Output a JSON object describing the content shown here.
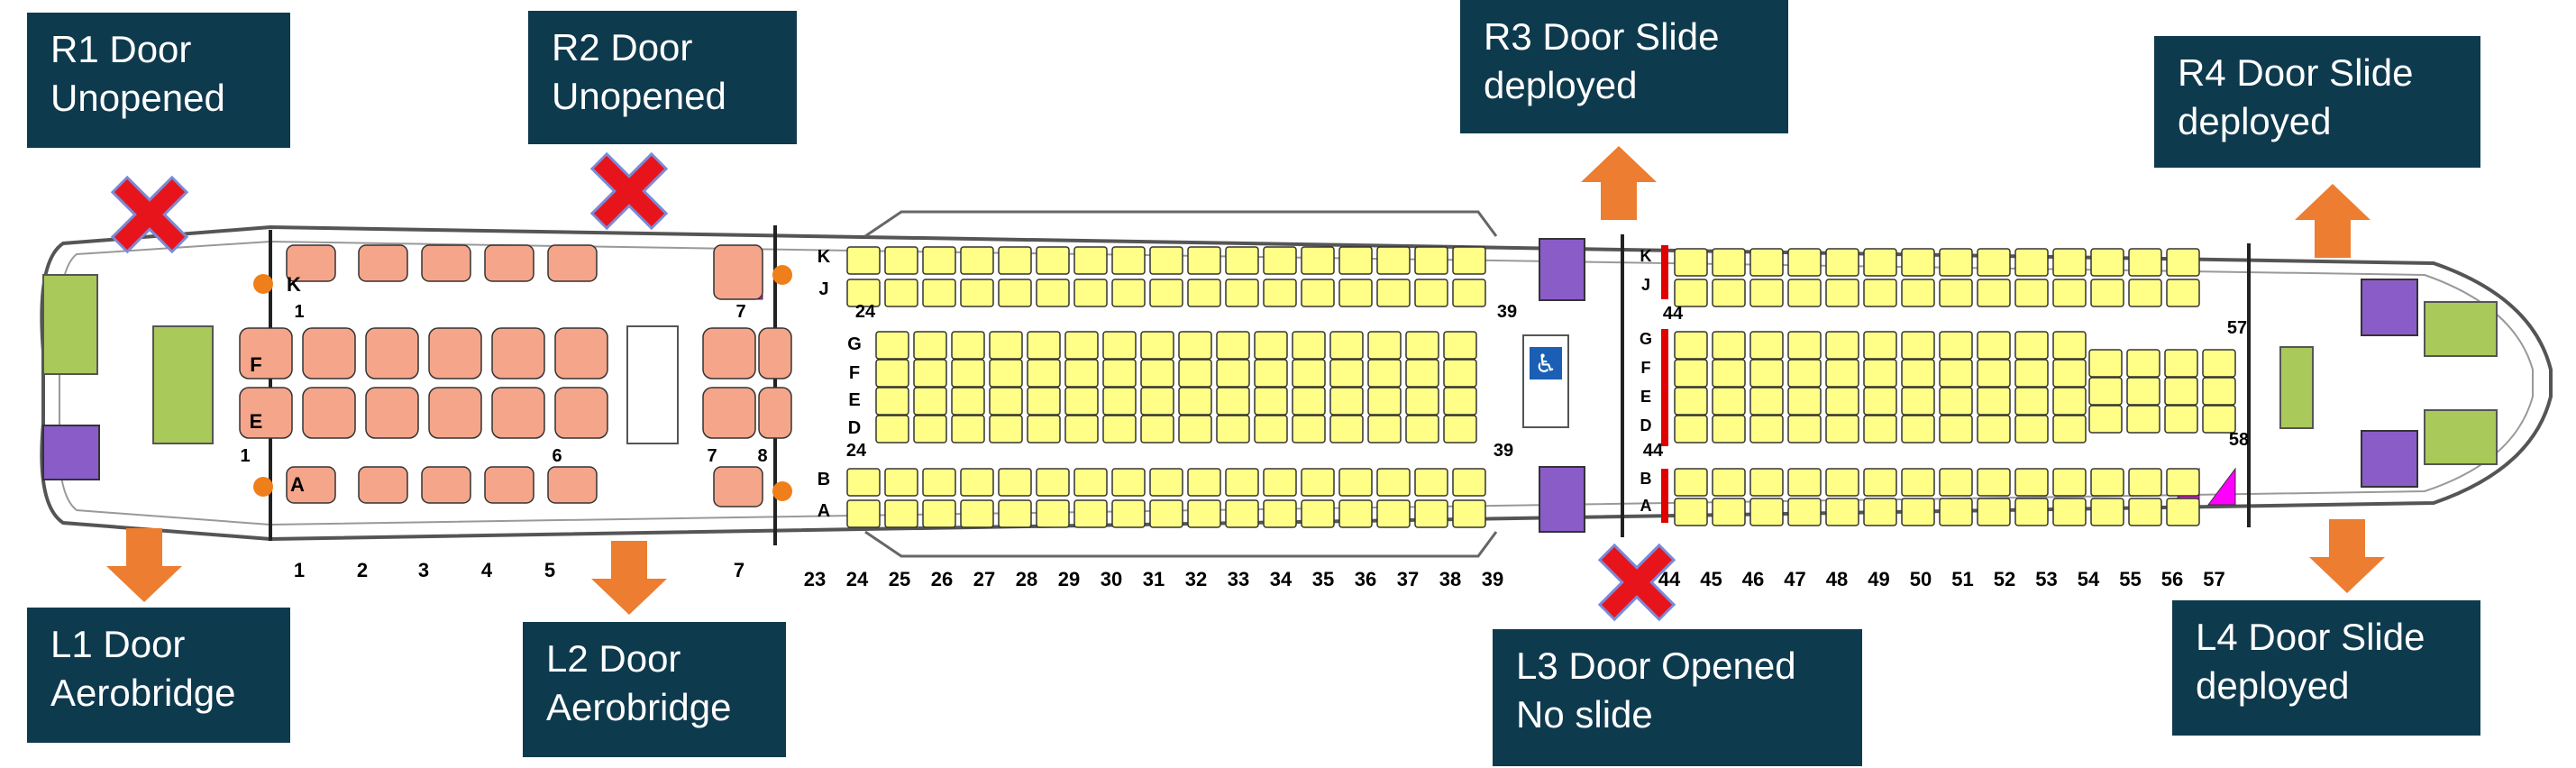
{
  "colors": {
    "callout_bg": "#0e3a4e",
    "callout_text": "#ffffff",
    "premium_seat": "#f4a58a",
    "economy_seat": "#ffff88",
    "seat_outline": "#333333",
    "galley": "#a9c95b",
    "lavatory": "#8a5cc7",
    "arrow": "#ec7d31",
    "cross": "#e8141c",
    "door_light": "#ef7f1a",
    "exit_bar": "#e00000",
    "bassinet": "#ff00ff",
    "fuselage": "#555555"
  },
  "callouts": {
    "r1": {
      "line1": "R1 Door",
      "line2": "Unopened"
    },
    "r2": {
      "line1": "R2 Door",
      "line2": "Unopened"
    },
    "r3": {
      "line1": "R3 Door Slide",
      "line2": "deployed"
    },
    "r4": {
      "line1": "R4 Door Slide",
      "line2": "deployed"
    },
    "l1": {
      "line1": "L1 Door",
      "line2": "Aerobridge"
    },
    "l2": {
      "line1": "L2 Door",
      "line2": "Aerobridge"
    },
    "l3": {
      "line1": "L3 Door Opened",
      "line2": "No slide"
    },
    "l4": {
      "line1": "L4 Door Slide",
      "line2": "deployed"
    }
  },
  "door_status": {
    "L1": "arrow",
    "R1": "cross",
    "L2": "arrow",
    "R2": "cross",
    "L3": "cross",
    "R3": "arrow",
    "L4": "arrow",
    "R4": "arrow"
  },
  "row_numbers": {
    "business": [
      "1",
      "2",
      "3",
      "4",
      "5",
      "7"
    ],
    "economy": [
      "23",
      "24",
      "25",
      "26",
      "27",
      "28",
      "29",
      "30",
      "31",
      "32",
      "33",
      "34",
      "35",
      "36",
      "37",
      "38",
      "39",
      "44",
      "45",
      "46",
      "47",
      "48",
      "49",
      "50",
      "51",
      "52",
      "53",
      "54",
      "55",
      "56",
      "57"
    ]
  },
  "seat_letters": {
    "business_k": "K",
    "business_f": "F",
    "business_e": "E",
    "business_a": "A",
    "econ_k": "K",
    "econ_j": "J",
    "econ_g": "G",
    "econ_f": "F",
    "econ_e": "E",
    "econ_d": "D",
    "econ_b": "B",
    "econ_a": "A"
  },
  "inline_labels": {
    "row1_top": "1",
    "row1_mid": "1",
    "row6": "6",
    "row7_top": "7",
    "row7_mid": "7",
    "row8": "8",
    "row24_top": "24",
    "row24_mid": "24",
    "row39_top": "39",
    "row39_mid": "39",
    "row44_top": "44",
    "row44_mid": "44",
    "row57": "57",
    "row58": "58"
  },
  "icons": {
    "accessible": "wheelchair-icon"
  }
}
